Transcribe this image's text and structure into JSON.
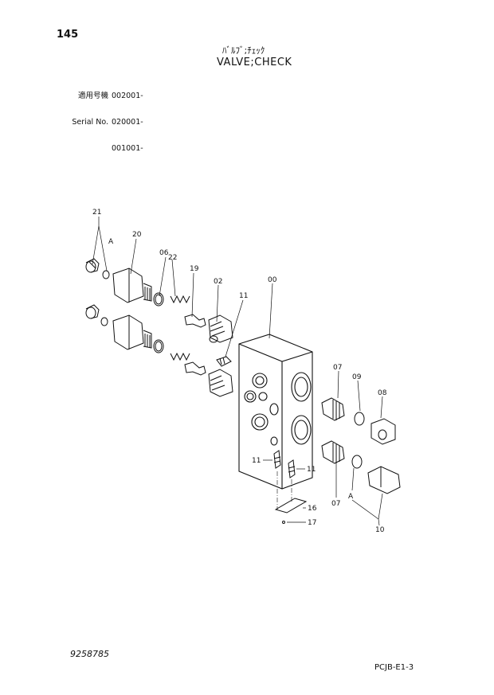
{
  "header": {
    "page_number": "145",
    "title_jp": "ﾊﾞﾙﾌﾞ;ﾁｪｯｸ",
    "title_en": "VALVE;CHECK"
  },
  "serial": {
    "label_jp": "適用号機",
    "label_en": "Serial No.",
    "values": [
      "002001-",
      "020001-",
      "001001-"
    ]
  },
  "callouts": {
    "p21": "21",
    "pA1": "A",
    "p20": "20",
    "p06": "06",
    "p22": "22",
    "p19": "19",
    "p02": "02",
    "p11a": "11",
    "p00": "00",
    "p07a": "07",
    "p09": "09",
    "p08": "08",
    "p11b": "11",
    "p11c": "11",
    "p07b": "07",
    "pA2": "A",
    "p16": "16",
    "p17": "17",
    "p10": "10"
  },
  "footer": {
    "drawing_number": "9258785",
    "page_code": "PCJB-E1-3"
  }
}
